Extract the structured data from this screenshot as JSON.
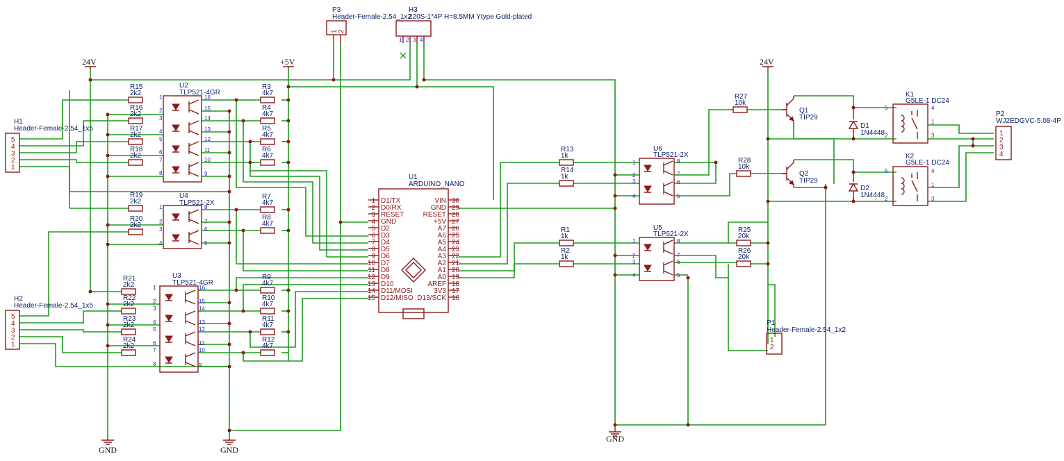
{
  "power": {
    "v24_left": "24V",
    "v5": "+5V",
    "v24_right": "24V",
    "gnd_a": "GND",
    "gnd_b": "GND",
    "gnd_c": "GND"
  },
  "headers": {
    "p3": {
      "ref": "P3",
      "value": "Header-Female-2.54_1x2",
      "pins": [
        "1",
        "2"
      ]
    },
    "h3": {
      "ref": "H3",
      "value": "220S-1*4P H=8.5MM Ytype Gold-plated",
      "pins": [
        "1",
        "2",
        "3",
        "4"
      ]
    },
    "h1": {
      "ref": "H1",
      "value": "Header-Female-2.54_1x5",
      "pins": [
        "5",
        "4",
        "3",
        "2",
        "1"
      ]
    },
    "h2": {
      "ref": "H2",
      "value": "Header-Female-2.54_1x5",
      "pins": [
        "5",
        "4",
        "3",
        "2",
        "1"
      ]
    },
    "p1": {
      "ref": "P1",
      "value": "Header-Female-2.54_1x2",
      "pins": [
        "1",
        "2"
      ]
    },
    "p2": {
      "ref": "P2",
      "value": "WJ2EDGVC-5.08-4P",
      "pins": [
        "1",
        "2",
        "3",
        "4"
      ]
    }
  },
  "optos": {
    "u2": {
      "ref": "U2",
      "value": "TLP521-4GR"
    },
    "u4": {
      "ref": "U4",
      "value": "TLP521-2X"
    },
    "u3": {
      "ref": "U3",
      "value": "TLP521-4GR"
    },
    "u6": {
      "ref": "U6",
      "value": "TLP521-2X"
    },
    "u5": {
      "ref": "U5",
      "value": "TLP521-2X"
    }
  },
  "opto_pins": {
    "quad_left": [
      "1",
      "2",
      "3",
      "4",
      "5",
      "6",
      "7",
      "8"
    ],
    "quad_right": [
      "16",
      "15",
      "14",
      "13",
      "12",
      "11",
      "10",
      "9"
    ],
    "dual_left": [
      "1",
      "2",
      "3",
      "4"
    ],
    "dual_right": [
      "8",
      "7",
      "6",
      "5"
    ]
  },
  "resistors": {
    "r15": {
      "ref": "R15",
      "value": "2k2"
    },
    "r16": {
      "ref": "R16",
      "value": "2k2"
    },
    "r17": {
      "ref": "R17",
      "value": "2k2"
    },
    "r18": {
      "ref": "R18",
      "value": "2k2"
    },
    "r19": {
      "ref": "R19",
      "value": "2k2"
    },
    "r20": {
      "ref": "R20",
      "value": "2k2"
    },
    "r21": {
      "ref": "R21",
      "value": "2k2"
    },
    "r22": {
      "ref": "R22",
      "value": "2k2"
    },
    "r23": {
      "ref": "R23",
      "value": "2k2"
    },
    "r24": {
      "ref": "R24",
      "value": "2k2"
    },
    "r3": {
      "ref": "R3",
      "value": "4k7"
    },
    "r4": {
      "ref": "R4",
      "value": "4k7"
    },
    "r5": {
      "ref": "R5",
      "value": "4k7"
    },
    "r6": {
      "ref": "R6",
      "value": "4k7"
    },
    "r7": {
      "ref": "R7",
      "value": "4k7"
    },
    "r8": {
      "ref": "R8",
      "value": "4k7"
    },
    "r9": {
      "ref": "R9",
      "value": "4k7"
    },
    "r10": {
      "ref": "R10",
      "value": "4k7"
    },
    "r11": {
      "ref": "R11",
      "value": "4k7"
    },
    "r12": {
      "ref": "R12",
      "value": "4k7"
    },
    "r13": {
      "ref": "R13",
      "value": "1k"
    },
    "r14": {
      "ref": "R14",
      "value": "1k"
    },
    "r1": {
      "ref": "R1",
      "value": "1k"
    },
    "r2": {
      "ref": "R2",
      "value": "1k"
    },
    "r27": {
      "ref": "R27",
      "value": "10k"
    },
    "r28": {
      "ref": "R28",
      "value": "10k"
    },
    "r25": {
      "ref": "R25",
      "value": "20k"
    },
    "r26": {
      "ref": "R26",
      "value": "20k"
    }
  },
  "mcu": {
    "ref": "U1",
    "value": "ARDUINO_NANO",
    "left_pins": [
      {
        "num": "1",
        "name": "D1/TX"
      },
      {
        "num": "2",
        "name": "D0/RX"
      },
      {
        "num": "3",
        "name": "RESET"
      },
      {
        "num": "4",
        "name": "GND"
      },
      {
        "num": "5",
        "name": "D2"
      },
      {
        "num": "6",
        "name": "D3"
      },
      {
        "num": "7",
        "name": "D4"
      },
      {
        "num": "8",
        "name": "D5"
      },
      {
        "num": "9",
        "name": "D6"
      },
      {
        "num": "10",
        "name": "D7"
      },
      {
        "num": "11",
        "name": "D8"
      },
      {
        "num": "12",
        "name": "D9"
      },
      {
        "num": "13",
        "name": "D10"
      },
      {
        "num": "14",
        "name": "D11/MOSI"
      },
      {
        "num": "15",
        "name": "D12/MISO"
      }
    ],
    "right_pins": [
      {
        "num": "30",
        "name": "VIN"
      },
      {
        "num": "29",
        "name": "GND"
      },
      {
        "num": "28",
        "name": "RESET"
      },
      {
        "num": "27",
        "name": "+5V"
      },
      {
        "num": "26",
        "name": "A7"
      },
      {
        "num": "25",
        "name": "A6"
      },
      {
        "num": "24",
        "name": "A5"
      },
      {
        "num": "23",
        "name": "A4"
      },
      {
        "num": "22",
        "name": "A3"
      },
      {
        "num": "21",
        "name": "A2"
      },
      {
        "num": "20",
        "name": "A1"
      },
      {
        "num": "19",
        "name": "A0"
      },
      {
        "num": "18",
        "name": "AREF"
      },
      {
        "num": "17",
        "name": "3V3"
      },
      {
        "num": "16",
        "name": "D13/SCK"
      }
    ]
  },
  "transistors": {
    "q1": {
      "ref": "Q1",
      "value": "TIP29"
    },
    "q2": {
      "ref": "Q2",
      "value": "TIP29"
    }
  },
  "diodes": {
    "d1": {
      "ref": "D1",
      "value": "1N4448"
    },
    "d2": {
      "ref": "D2",
      "value": "1N4448"
    }
  },
  "relays": {
    "k1": {
      "ref": "K1",
      "value": "G5LE-1 DC24",
      "pins": [
        "5",
        "4",
        "1",
        "2",
        "3"
      ]
    },
    "k2": {
      "ref": "K2",
      "value": "G5LE-1 DC24",
      "pins": [
        "5",
        "4",
        "1",
        "2",
        "3"
      ]
    }
  },
  "colors": {
    "wire": "#1f9a1f",
    "component": "#8b1a1a",
    "label": "#0a1f66",
    "pin_number": "#1a2dbb"
  }
}
